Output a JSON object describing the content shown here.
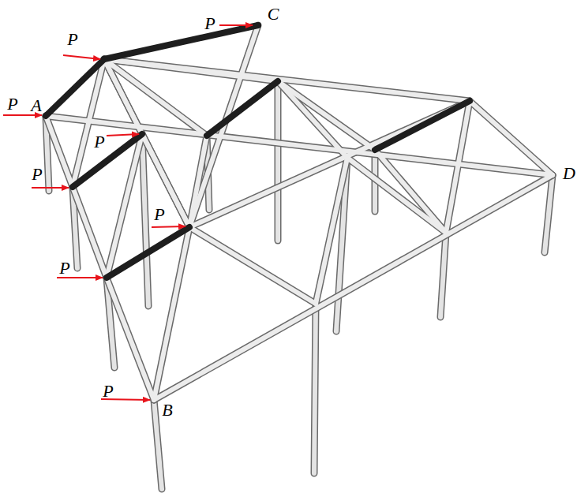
{
  "diagram": {
    "labels": [
      "P",
      "C",
      "P",
      "P",
      "A",
      "P",
      "P",
      "P",
      "P",
      "P",
      "B",
      "D"
    ]
  }
}
